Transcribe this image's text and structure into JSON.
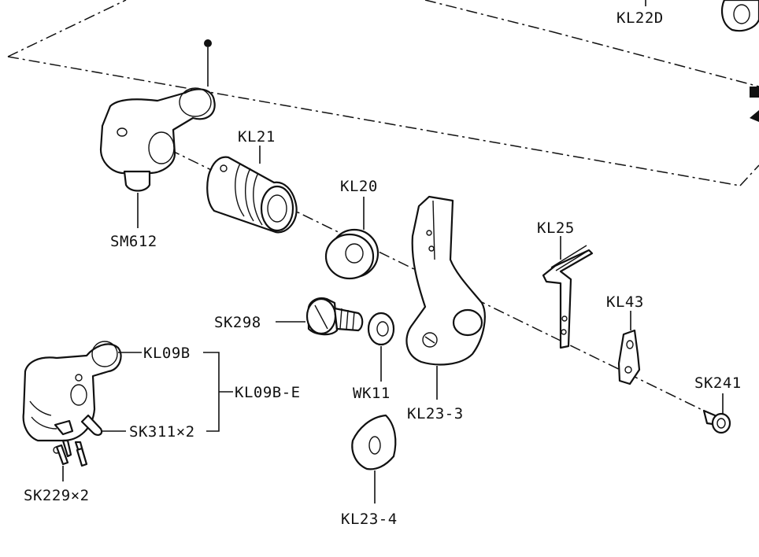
{
  "parts": {
    "kl22d": "KL22D",
    "sm612": "SM612",
    "kl21": "KL21",
    "kl20": "KL20",
    "kl25": "KL25",
    "kl43": "KL43",
    "sk298": "SK298",
    "kl09b": "KL09B",
    "kl09b_e": "KL09B-E",
    "sk311": "SK311×2",
    "sk229": "SK229×2",
    "wk11": "WK11",
    "kl23_3": "KL23-3",
    "kl23_4": "KL23-4",
    "sk241": "SK241"
  }
}
